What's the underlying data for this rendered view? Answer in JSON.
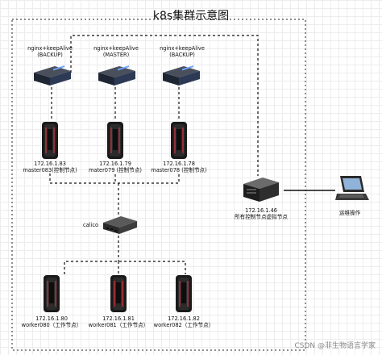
{
  "title": "k8s集群示意图",
  "lb_nodes": [
    {
      "name": "nginx+keepAlive",
      "role": "(BACKUP)"
    },
    {
      "name": "nginx+keepAlive",
      "role": "(MASTER)"
    },
    {
      "name": "nginx+keepAlive",
      "role": "(BACKUP)"
    }
  ],
  "masters": [
    {
      "ip": "172.16.1.83",
      "name": "master083(控制节点)"
    },
    {
      "ip": "172.16.1.79",
      "name": "mater079 (控制节点)"
    },
    {
      "ip": "172.16.1.78",
      "name": "master078 (控制节点)"
    }
  ],
  "switch": {
    "label": "calico"
  },
  "host": {
    "ip": "172.16.1.46",
    "desc": "所有控制节点虚拟节点"
  },
  "laptop": {
    "label": "运维操作"
  },
  "workers": [
    {
      "ip": "172.16.1.80",
      "name": "worker080（工作节点）"
    },
    {
      "ip": "172.16.1.81",
      "name": "worker081（工作节点）"
    },
    {
      "ip": "172.16.1.82",
      "name": "worker082（工作节点）"
    }
  ],
  "watermark": "CSDN @非生物语言学家"
}
